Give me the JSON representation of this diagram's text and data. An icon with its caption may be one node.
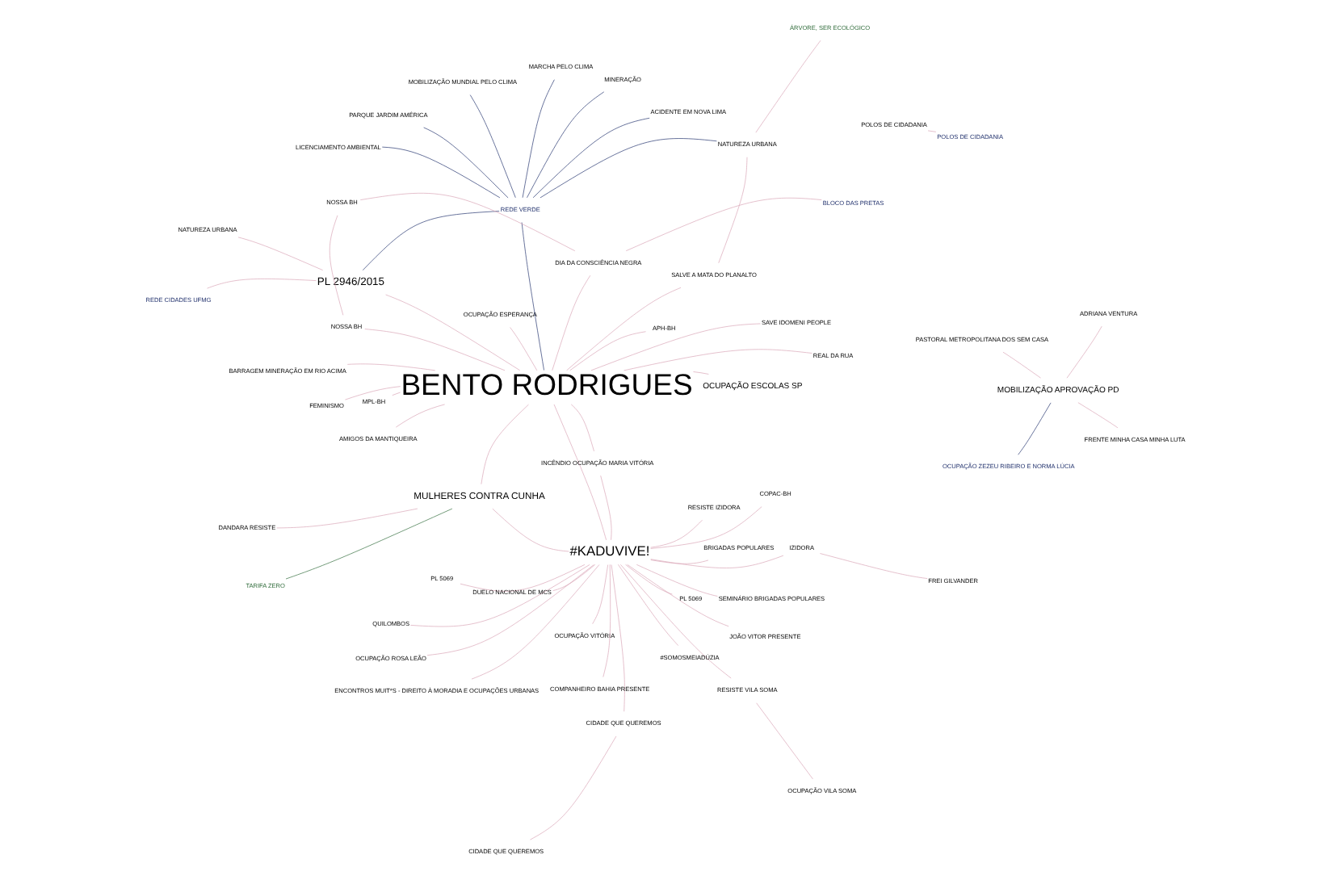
{
  "diagram": {
    "nodes": [
      {
        "text": [
          "BENTO RODRIGUES"
        ]
      },
      {
        "text": [
          "#KADUVIVE!"
        ]
      },
      {
        "text": [
          "MULHERES CONTRA CUNHA"
        ]
      },
      {
        "text": [
          "PL 2946/2015"
        ]
      },
      {
        "text": [
          "OCUPAÇÃO ESCOLAS SP"
        ]
      },
      {
        "text": [
          "MOBILIZAÇÃO APROVAÇÃO PD"
        ]
      },
      {
        "text": [
          "PL 5069"
        ]
      },
      {
        "text": [
          "ENCONTROS MUIT*S - DIREITO À MORADIA E OCUPAÇÕES URBANAS"
        ]
      },
      {
        "text": [
          "OCUPAÇÃO VILA SOMA"
        ]
      },
      {
        "text": [
          "RESISTE VILA SOMA"
        ]
      },
      {
        "text": [
          "CIDADE QUE QUEREMOS"
        ]
      },
      {
        "text": [
          "CIDADE QUE QUEREMOS"
        ]
      },
      {
        "text": [
          "QUILOMBOS"
        ]
      },
      {
        "text": [
          "SEMINÁRIO BRIGADAS POPULARES"
        ]
      },
      {
        "text": [
          "FREI GILVANDER"
        ]
      },
      {
        "text": [
          "IZIDORA"
        ]
      },
      {
        "text": [
          "#SOMOSMEIADÚZIA"
        ]
      },
      {
        "text": [
          "TARIFA ZERO"
        ]
      },
      {
        "text": [
          "DANDARA RESISTE"
        ]
      },
      {
        "text": [
          "BARRAGEM MINERAÇÃO EM RIO ACIMA"
        ]
      },
      {
        "text": [
          "INCÊNDIO OCUPAÇÃO MARIA VITÓRIA"
        ]
      },
      {
        "text": [
          "OCUPAÇÃO VITÓRIA"
        ]
      },
      {
        "text": [
          "OCUPAÇÃO ROSA LEÃO"
        ]
      },
      {
        "text": [
          "BRIGADAS POPULARES"
        ]
      },
      {
        "text": [
          "COPAC-BH"
        ]
      },
      {
        "text": [
          "OCUPAÇÃO ESPERANÇA"
        ]
      },
      {
        "text": [
          "MPL-BH"
        ]
      },
      {
        "text": [
          "APH-BH"
        ]
      },
      {
        "text": [
          "DUELO NACIONAL DE MCS"
        ]
      },
      {
        "text": [
          "COMPANHEIRO BAHIA PRESENTE"
        ]
      },
      {
        "text": [
          "JOÃO VITOR PRESENTE"
        ]
      },
      {
        "text": [
          "RESISTE IZIDORA"
        ]
      },
      {
        "text": [
          "PL 5069"
        ]
      },
      {
        "text": [
          "AMIGOS DA MANTIQUEIRA"
        ]
      },
      {
        "text": [
          "DIA DA CONSCIÊNCIA NEGRA"
        ]
      },
      {
        "text": [
          "BLOCO DAS PRETAS"
        ]
      },
      {
        "text": [
          "NOSSA BH"
        ]
      },
      {
        "text": [
          "NOSSA BH"
        ]
      },
      {
        "text": [
          "NATUREZA URBANA"
        ]
      },
      {
        "text": [
          "REDE CIDADES UFMG"
        ]
      },
      {
        "text": [
          "PARQUE JARDIM AMÉRICA"
        ]
      },
      {
        "text": [
          "REDE VERDE"
        ]
      },
      {
        "text": [
          "MARCHA PELO CLIMA"
        ]
      },
      {
        "text": [
          "MOBILIZAÇÃO MUNDIAL PELO CLIMA"
        ]
      },
      {
        "text": [
          "MINERAÇÃO"
        ]
      },
      {
        "text": [
          "ACIDENTE EM NOVA LIMA"
        ]
      },
      {
        "text": [
          "LICENCIAMENTO AMBIENTAL"
        ]
      },
      {
        "text": [
          "SALVE A MATA DO PLANALTO"
        ]
      },
      {
        "text": [
          "NATUREZA URBANA"
        ]
      },
      {
        "text": [
          "ÁRVORE, SER ECOLÓGICO"
        ]
      },
      {
        "text": [
          "REAL DA RUA"
        ]
      },
      {
        "text": [
          "FEMINISMO"
        ]
      },
      {
        "text": [
          "POLOS DE CIDADANIA"
        ]
      },
      {
        "text": [
          "POLOS DE CIDADANIA"
        ]
      },
      {
        "text": [
          "SAVE IDOMENI PEOPLE"
        ]
      },
      {
        "text": [
          "FRENTE MINHA CASA MINHA LUTA"
        ]
      },
      {
        "text": [
          "OCUPAÇÃO ZEZEU RIBEIRO E NORMA LÚCIA"
        ]
      },
      {
        "text": [
          "PASTORAL METROPOLITANA DOS SEM CASA"
        ]
      },
      {
        "text": [
          "ADRIANA VENTURA"
        ]
      }
    ],
    "edges": [
      {
        "from": 0,
        "to": 1,
        "arrow": "none"
      },
      {
        "from": 0,
        "to": 2,
        "arrow": "none"
      },
      {
        "from": 0,
        "to": 3,
        "arrow": "none"
      },
      {
        "from": 0,
        "to": 4,
        "arrow": "none"
      },
      {
        "from": 0,
        "to": 19,
        "arrow": "none"
      },
      {
        "from": 0,
        "to": 20,
        "arrow": "none"
      },
      {
        "from": 0,
        "to": 33,
        "arrow": "none"
      },
      {
        "from": 0,
        "to": 34,
        "arrow": "none"
      },
      {
        "from": 0,
        "to": 37,
        "arrow": "none"
      },
      {
        "from": 0,
        "to": 41,
        "arrow": "none",
        "color": "#1f2f6b"
      },
      {
        "from": 0,
        "to": 47,
        "arrow": "none"
      },
      {
        "from": 0,
        "to": 50,
        "arrow": "none"
      },
      {
        "from": 0,
        "to": 51,
        "arrow": "none"
      },
      {
        "from": 0,
        "to": 54,
        "arrow": "none"
      },
      {
        "from": 0,
        "to": 26,
        "arrow": "none"
      },
      {
        "from": 0,
        "to": 27,
        "arrow": "none"
      },
      {
        "from": 0,
        "to": 25,
        "arrow": "none"
      },
      {
        "from": 1,
        "to": 2,
        "arrow": "none"
      },
      {
        "from": 1,
        "to": 6,
        "arrow": "none"
      },
      {
        "from": 1,
        "to": 7,
        "arrow": "none"
      },
      {
        "from": 1,
        "to": 9,
        "arrow": "none"
      },
      {
        "from": 1,
        "to": 10,
        "arrow": "none"
      },
      {
        "from": 1,
        "to": 12,
        "arrow": "none"
      },
      {
        "from": 1,
        "to": 13,
        "arrow": "none"
      },
      {
        "from": 1,
        "to": 15,
        "arrow": "none"
      },
      {
        "from": 1,
        "to": 16,
        "arrow": "none"
      },
      {
        "from": 1,
        "to": 20,
        "arrow": "none"
      },
      {
        "from": 1,
        "to": 21,
        "arrow": "none"
      },
      {
        "from": 1,
        "to": 22,
        "arrow": "none"
      },
      {
        "from": 1,
        "to": 23,
        "arrow": "none"
      },
      {
        "from": 1,
        "to": 24,
        "arrow": "none"
      },
      {
        "from": 1,
        "to": 28,
        "arrow": "none"
      },
      {
        "from": 1,
        "to": 29,
        "arrow": "none"
      },
      {
        "from": 1,
        "to": 30,
        "arrow": "none"
      },
      {
        "from": 1,
        "to": 31,
        "arrow": "none"
      },
      {
        "from": 1,
        "to": 32,
        "arrow": "none"
      },
      {
        "from": 2,
        "to": 17,
        "arrow": "none",
        "color": "#2f6b3a"
      },
      {
        "from": 2,
        "to": 18,
        "arrow": "none"
      },
      {
        "from": 8,
        "to": 9,
        "arrow": "none"
      },
      {
        "from": 10,
        "to": 11,
        "arrow": "none"
      },
      {
        "from": 14,
        "to": 15,
        "arrow": "none"
      },
      {
        "from": 34,
        "to": 35,
        "arrow": "none"
      },
      {
        "from": 34,
        "to": 36,
        "arrow": "none"
      },
      {
        "from": 36,
        "to": 37,
        "arrow": "none"
      },
      {
        "from": 3,
        "to": 38,
        "arrow": "none"
      },
      {
        "from": 3,
        "to": 39,
        "arrow": "none"
      },
      {
        "from": 3,
        "to": 41,
        "arrow": "none",
        "color": "#1f2f6b"
      },
      {
        "from": 41,
        "to": 40,
        "arrow": "none",
        "color": "#1f2f6b"
      },
      {
        "from": 41,
        "to": 42,
        "arrow": "none",
        "color": "#1f2f6b"
      },
      {
        "from": 41,
        "to": 43,
        "arrow": "none",
        "color": "#1f2f6b"
      },
      {
        "from": 41,
        "to": 44,
        "arrow": "none",
        "color": "#1f2f6b"
      },
      {
        "from": 41,
        "to": 45,
        "arrow": "none",
        "color": "#1f2f6b"
      },
      {
        "from": 41,
        "to": 46,
        "arrow": "none",
        "color": "#1f2f6b"
      },
      {
        "from": 41,
        "to": 48,
        "arrow": "none",
        "color": "#1f2f6b"
      },
      {
        "from": 47,
        "to": 48,
        "arrow": "none"
      },
      {
        "from": 48,
        "to": 49,
        "arrow": "none"
      },
      {
        "from": 52,
        "to": 53,
        "arrow": "none"
      },
      {
        "from": 5,
        "to": 55,
        "arrow": "none"
      },
      {
        "from": 5,
        "to": 56,
        "arrow": "none",
        "color": "#1f2f6b"
      },
      {
        "from": 5,
        "to": 57,
        "arrow": "none"
      },
      {
        "from": 5,
        "to": 58,
        "arrow": "none"
      }
    ]
  }
}
